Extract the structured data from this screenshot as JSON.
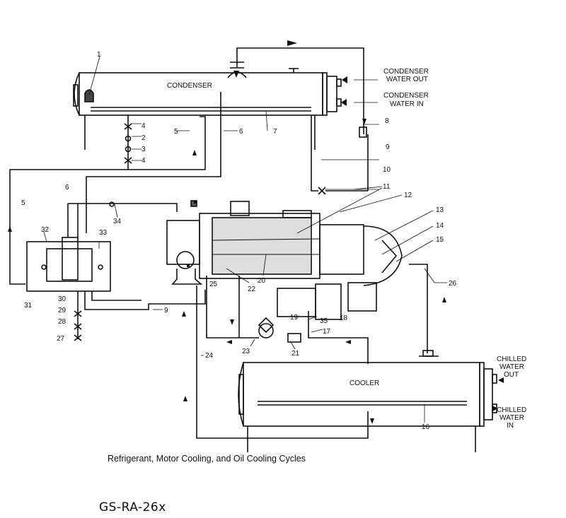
{
  "diagram": {
    "vessels": {
      "condenser": "CONDENSER",
      "cooler": "COOLER"
    },
    "labels": {
      "condenser_water_out": [
        "CONDENSER",
        "WATER OUT"
      ],
      "condenser_water_in": [
        "CONDENSER",
        "WATER IN"
      ],
      "chilled_water_out": [
        "CHILLED",
        "WATER",
        "OUT"
      ],
      "chilled_water_in": [
        "CHILLED",
        "WATER",
        "IN"
      ]
    },
    "callouts": [
      "1",
      "2",
      "3",
      "4",
      "4",
      "5",
      "5",
      "6",
      "6",
      "7",
      "8",
      "9",
      "9",
      "10",
      "11",
      "12",
      "13",
      "14",
      "15",
      "16",
      "17",
      "18",
      "19",
      "20",
      "21",
      "22",
      "23",
      "24",
      "25",
      "26",
      "27",
      "28",
      "29",
      "30",
      "31",
      "32",
      "33",
      "34",
      "35"
    ]
  },
  "caption": "Refrigerant, Motor Cooling, and Oil Cooling Cycles",
  "code": "GS-RA-26x"
}
